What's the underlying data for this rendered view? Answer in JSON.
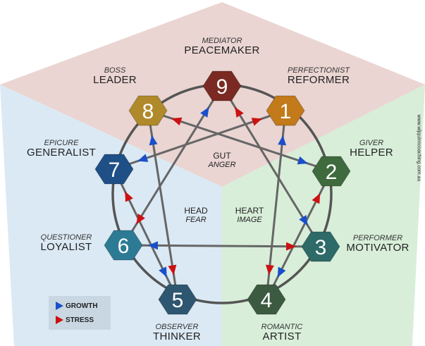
{
  "types": [
    {
      "n": "9",
      "sub": "MEDIATOR",
      "main": "PEACEMAKER",
      "color": "#7a2a22"
    },
    {
      "n": "1",
      "sub": "PERFECTIONIST",
      "main": "REFORMER",
      "color": "#c27a1a"
    },
    {
      "n": "2",
      "sub": "GIVER",
      "main": "HELPER",
      "color": "#3f6a3e"
    },
    {
      "n": "3",
      "sub": "PERFORMER",
      "main": "MOTIVATOR",
      "color": "#2d6a68"
    },
    {
      "n": "4",
      "sub": "ROMANTIC",
      "main": "ARTIST",
      "color": "#3c5a40"
    },
    {
      "n": "5",
      "sub": "OBSERVER",
      "main": "THINKER",
      "color": "#2e5670"
    },
    {
      "n": "6",
      "sub": "QUESTIONER",
      "main": "LOYALIST",
      "color": "#2d7a94"
    },
    {
      "n": "7",
      "sub": "EPICURE",
      "main": "GENERALIST",
      "color": "#1e4f86"
    },
    {
      "n": "8",
      "sub": "BOSS",
      "main": "LEADER",
      "color": "#b08a2a"
    }
  ],
  "centers": {
    "gut": {
      "title": "GUT",
      "emotion": "ANGER"
    },
    "head": {
      "title": "HEAD",
      "emotion": "FEAR"
    },
    "heart": {
      "title": "HEART",
      "emotion": "IMAGE"
    }
  },
  "legend": {
    "growth": "GROWTH",
    "stress": "STRESS",
    "growth_color": "#1a4fc9",
    "stress_color": "#cc1111"
  },
  "credit": "www.wljquinncoaching.com.au",
  "region_colors": {
    "gut": "#ead5d2",
    "head": "#dbe9f4",
    "heart": "#d8eed9"
  },
  "stress_paths": [
    [
      "1",
      "4"
    ],
    [
      "4",
      "2"
    ],
    [
      "2",
      "8"
    ],
    [
      "8",
      "5"
    ],
    [
      "5",
      "7"
    ],
    [
      "7",
      "1"
    ],
    [
      "9",
      "6"
    ],
    [
      "6",
      "3"
    ],
    [
      "3",
      "9"
    ]
  ]
}
